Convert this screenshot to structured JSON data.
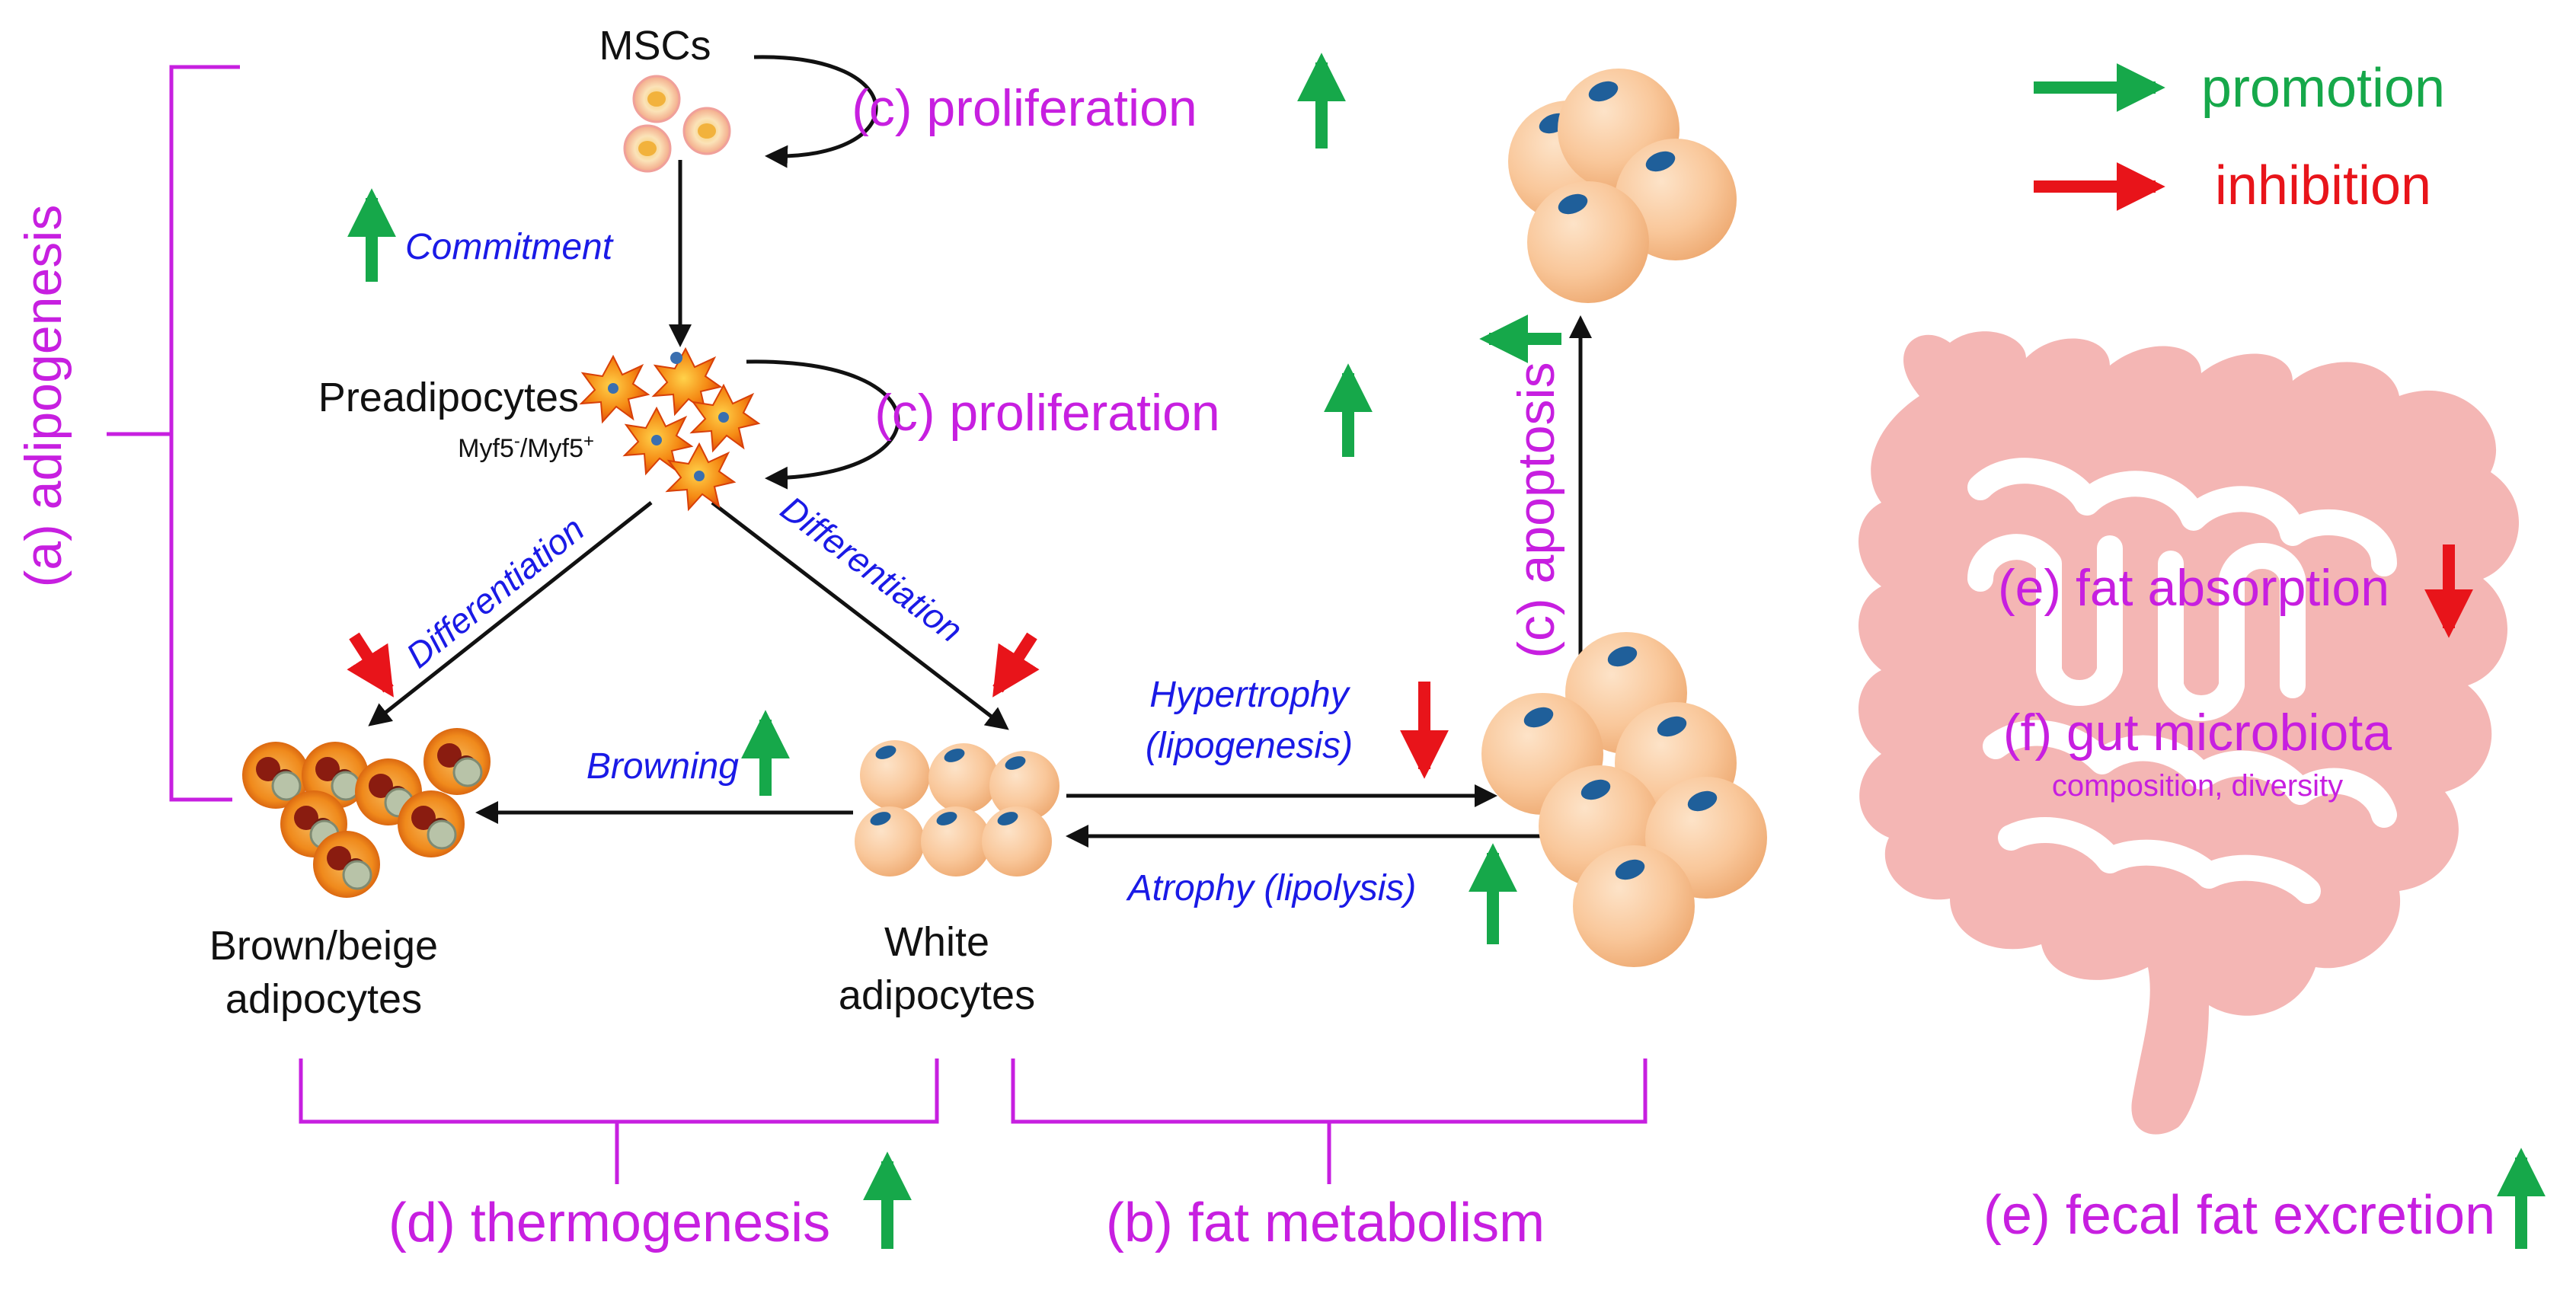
{
  "colors": {
    "bracket": "#c71fe0",
    "label_purple": "#c71fe0",
    "process_blue": "#1a1ae6",
    "promotion": "#16a84a",
    "inhibition": "#e8141a",
    "arrow": "#111111",
    "cell_fill": "#f9c79a",
    "nucleus": "#1f5f9a",
    "gut": "#f4b6b4"
  },
  "legend": {
    "promotion": "promotion",
    "inhibition": "inhibition"
  },
  "cells": {
    "mscs": "MSCs",
    "preadipocytes": "Preadipocytes",
    "myf5_base_a": "Myf5",
    "myf5_sup_a": "-",
    "myf5_sep": "/Myf5",
    "myf5_sup_b": "+",
    "brown_line1": "Brown/beige",
    "brown_line2": "adipocytes",
    "white_line1": "White",
    "white_line2": "adipocytes"
  },
  "processes": {
    "commitment": "Commitment",
    "differentiation_left": "Differentiation",
    "differentiation_right": "Differentiation",
    "browning": "Browning",
    "hypertrophy_line1": "Hypertrophy",
    "hypertrophy_line2": "(lipogenesis)",
    "atrophy": "Atrophy (lipolysis)"
  },
  "labels": {
    "adipogenesis": "(a) adipogenesis",
    "proliferation_top": "(c) proliferation",
    "proliferation_mid": "(c) proliferation",
    "apoptosis": "(c) apoptosis",
    "thermogenesis": "(d) thermogenesis",
    "fat_metabolism": "(b) fat metabolism",
    "fat_absorption": "(e) fat absorption",
    "gut_microbiota": "(f) gut microbiota",
    "gut_microbiota_sub": "composition, diversity",
    "fecal_fat": "(e) fecal fat excretion"
  }
}
